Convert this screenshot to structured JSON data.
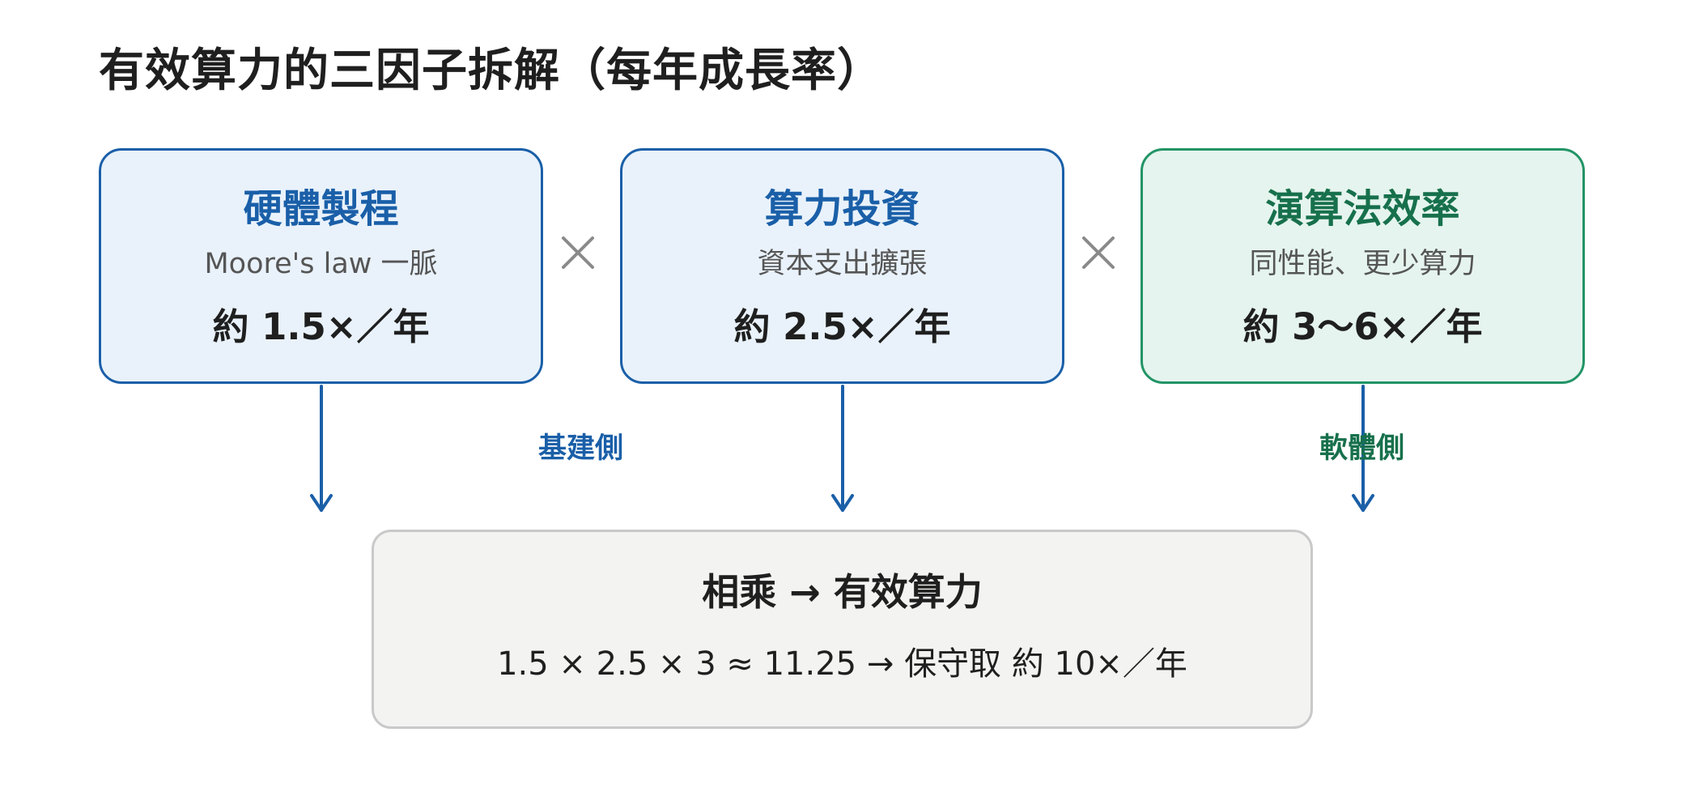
{
  "title": "有效算力的三因子拆解（每年成長率）",
  "factors": [
    {
      "title": "硬體製程",
      "subtitle": "Moore's law 一脈",
      "rate": "約 1.5×／年",
      "color": "#1a5fa8"
    },
    {
      "title": "算力投資",
      "subtitle": "資本支出擴張",
      "rate": "約 2.5×／年",
      "color": "#1a5fa8"
    },
    {
      "title": "演算法效率",
      "subtitle": "同性能、更少算力",
      "rate": "約 3〜6×／年",
      "color": "#229466"
    }
  ],
  "operators": {
    "multiply_icon": "multiply-icon"
  },
  "labels": {
    "infrastructure": "基建側",
    "software": "軟體側"
  },
  "result": {
    "title": "相乘 → 有效算力",
    "formula": "1.5 × 2.5 × 3 ≈ 11.25 → 保守取 約 10×／年"
  },
  "colors": {
    "blue": "#1a5fa8",
    "green": "#229466",
    "blue_fill": "#e9f2fb",
    "green_fill": "#e5f4ee",
    "result_fill": "#f3f3f2",
    "operator_gray": "#8a8a8a"
  }
}
